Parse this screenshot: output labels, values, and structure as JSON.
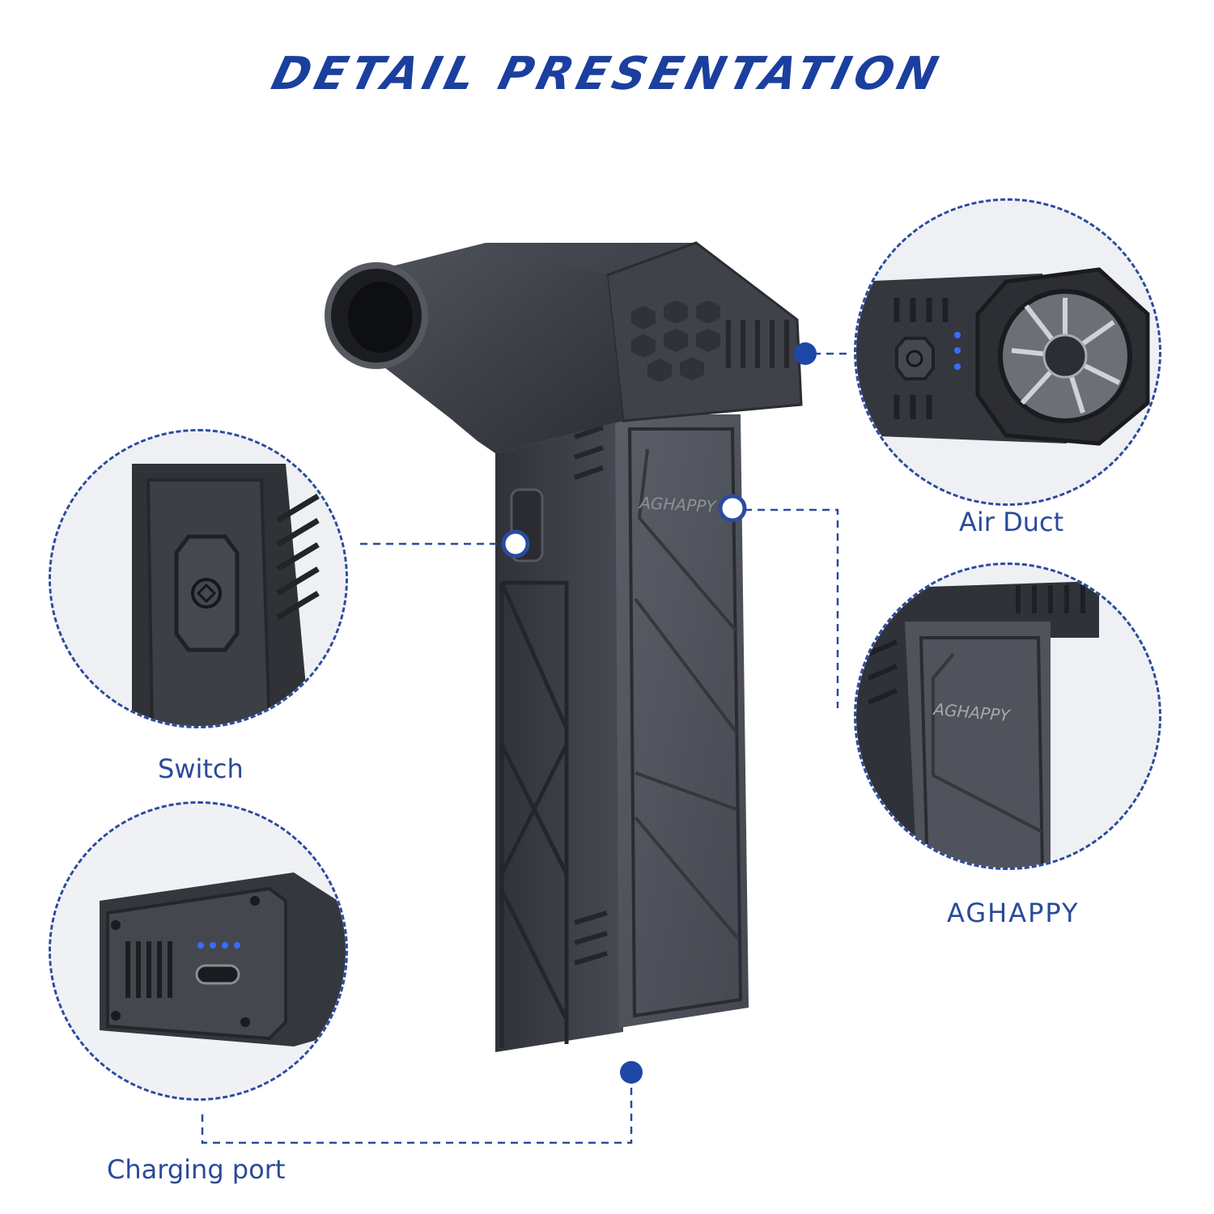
{
  "title": "DETAIL PRESENTATION",
  "labels": {
    "switch": "Switch",
    "charging_port": "Charging port",
    "air_duct": "Air Duct",
    "aghappy": "AGHAPPY"
  },
  "product": {
    "brand_mark_body": "AGHAPPY",
    "brand_mark_detail": "AGHAPPY"
  },
  "colors": {
    "accent": "#1b3f9e",
    "leader": "#2b4aa0",
    "body": "#3a3d44",
    "indicator": "#3b6cff"
  }
}
